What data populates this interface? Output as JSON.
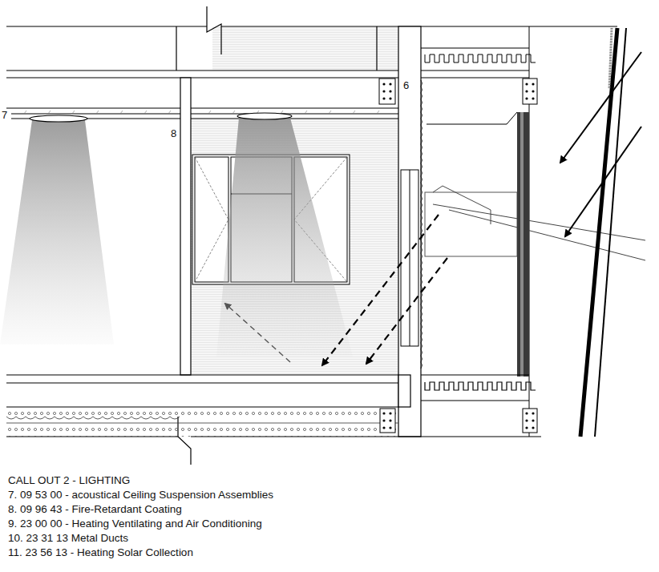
{
  "diagram": {
    "title": "CALL OUT 2 - LIGHTING",
    "labels": [
      "7",
      "8",
      "6",
      "7. 09 53 00 - acoustical Ceiling Suspension Assemblies",
      "8. 09 96 43 - Fire-Retardant Coating",
      "9. 23 00 00 - Heating Ventilating and Air Conditioning",
      "10. 23 31 13 Metal Ducts",
      "11. 23 56 13 - Heating Solar Collection"
    ]
  }
}
